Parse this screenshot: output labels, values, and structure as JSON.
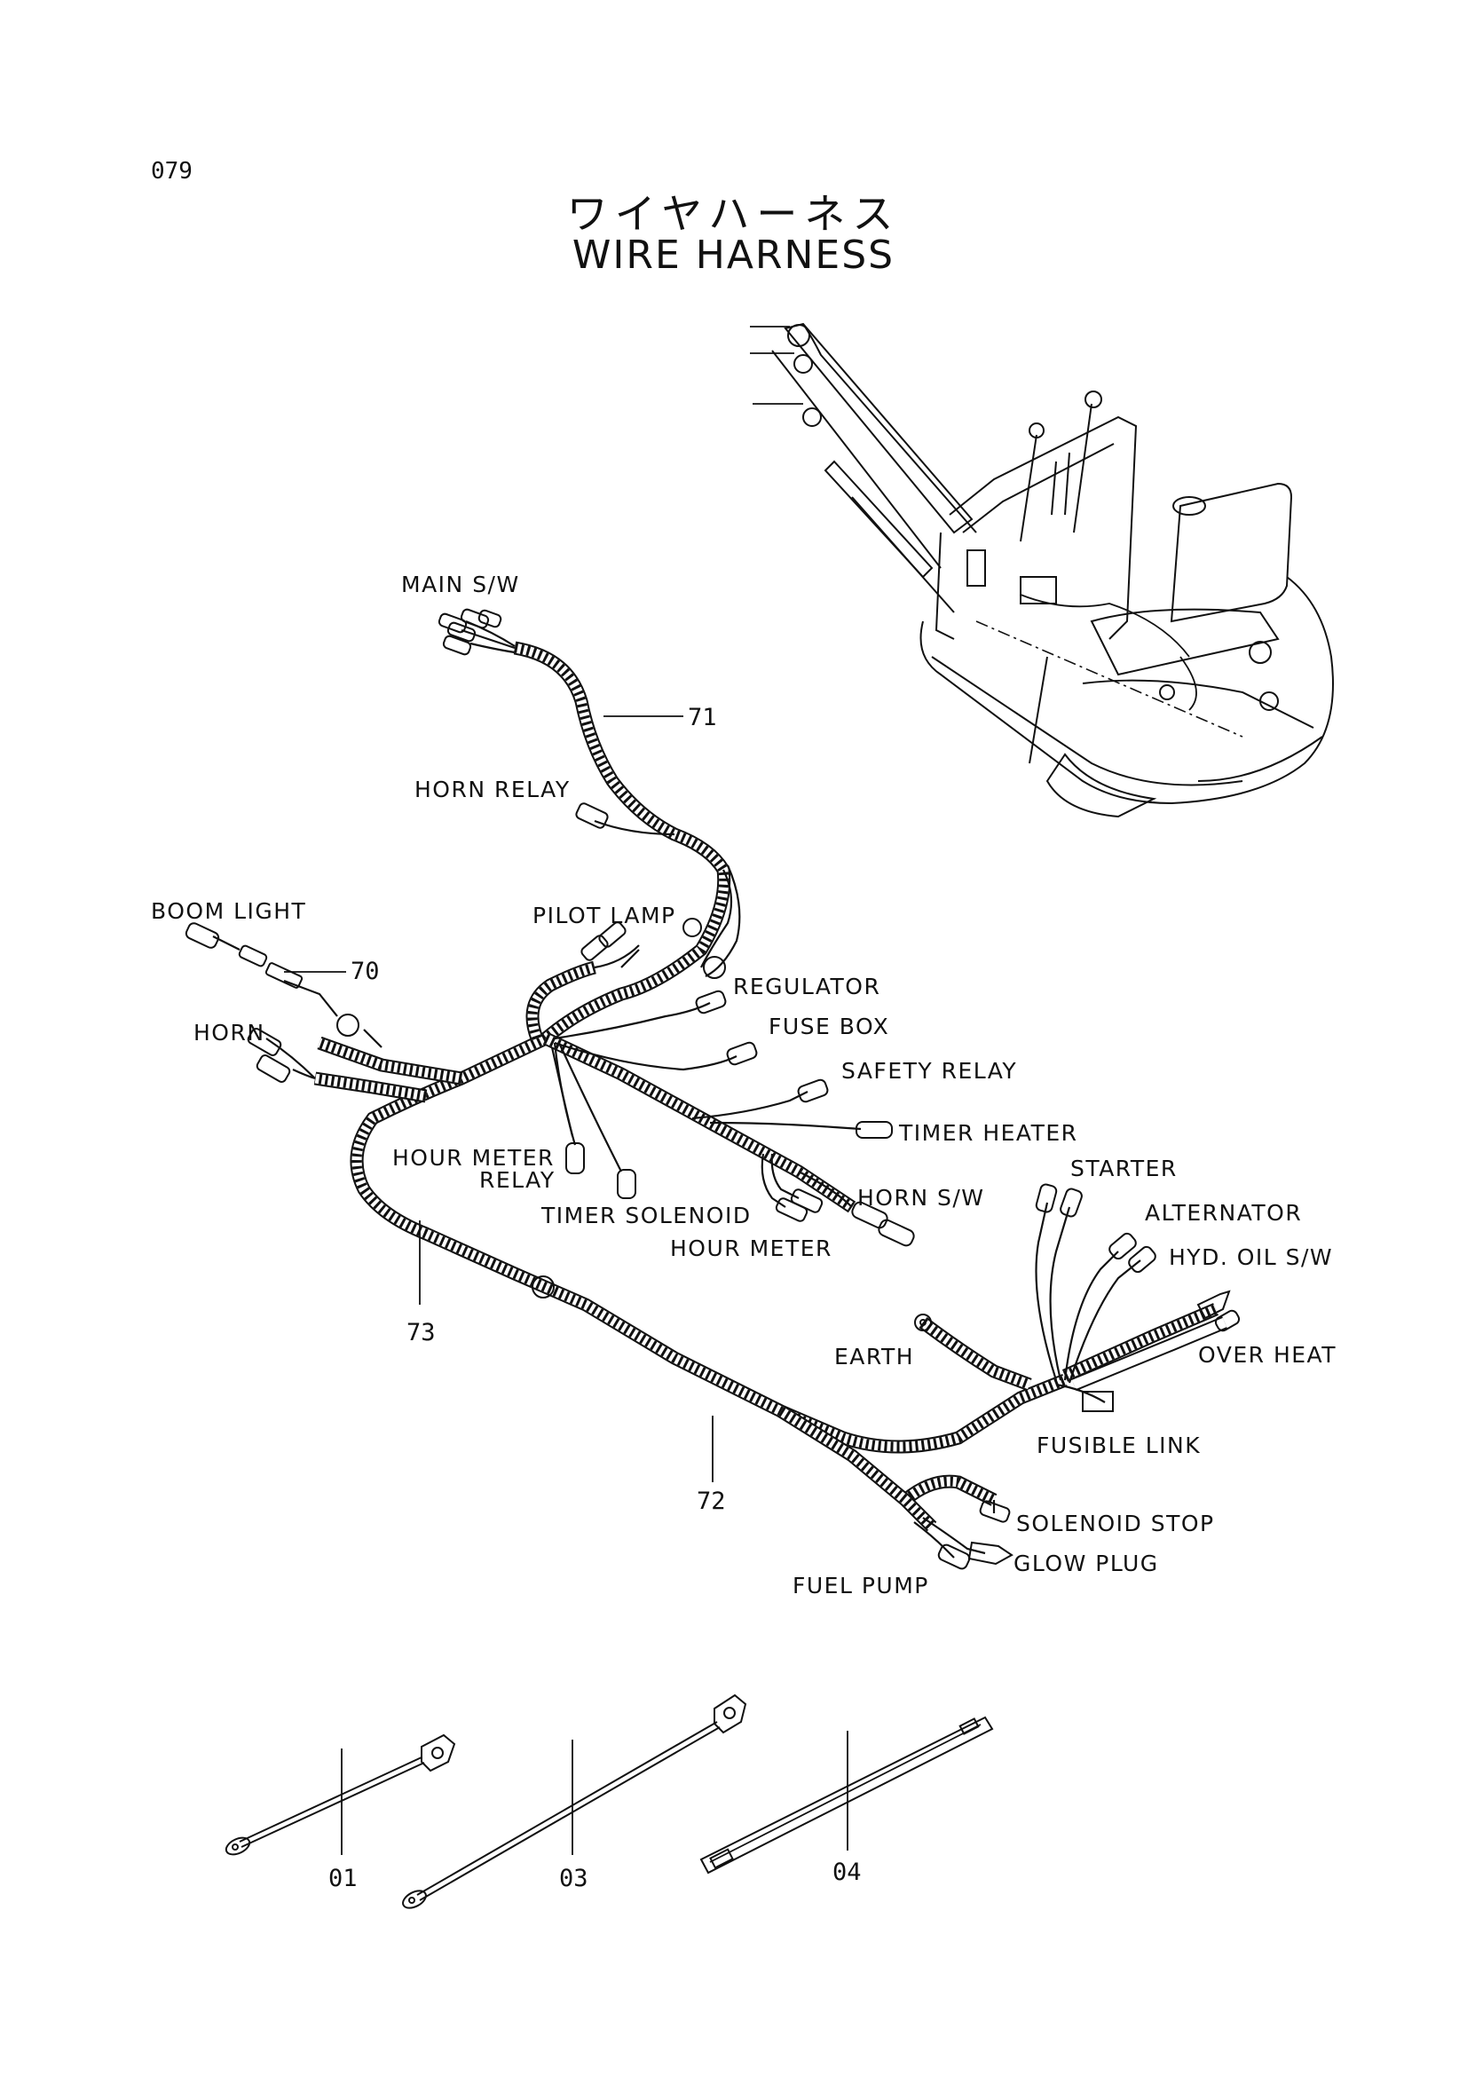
{
  "page_number": "079",
  "title_jp": "ワイヤハーネス",
  "title_en": "WIRE HARNESS",
  "labels": {
    "main_sw": "MAIN S/W",
    "horn_relay": "HORN RELAY",
    "boom_light": "BOOM LIGHT",
    "pilot_lamp": "PILOT LAMP",
    "regulator": "REGULATOR",
    "fuse_box": "FUSE BOX",
    "safety_relay": "SAFETY RELAY",
    "timer_heater": "TIMER HEATER",
    "horn": "HORN",
    "hour_meter_relay_1": "HOUR METER",
    "hour_meter_relay_2": "RELAY",
    "timer_solenoid": "TIMER SOLENOID",
    "horn_sw": "HORN S/W",
    "hour_meter": "HOUR METER",
    "starter": "STARTER",
    "alternator": "ALTERNATOR",
    "hyd_oil_sw": "HYD. OIL S/W",
    "earth": "EARTH",
    "over_heat": "OVER HEAT",
    "fusible_link": "FUSIBLE LINK",
    "solenoid_stop": "SOLENOID STOP",
    "glow_plug": "GLOW PLUG",
    "fuel_pump": "FUEL PUMP"
  },
  "part_numbers": {
    "p70": "70",
    "p71": "71",
    "p72": "72",
    "p73": "73",
    "p01": "01",
    "p03": "03",
    "p04": "04"
  }
}
